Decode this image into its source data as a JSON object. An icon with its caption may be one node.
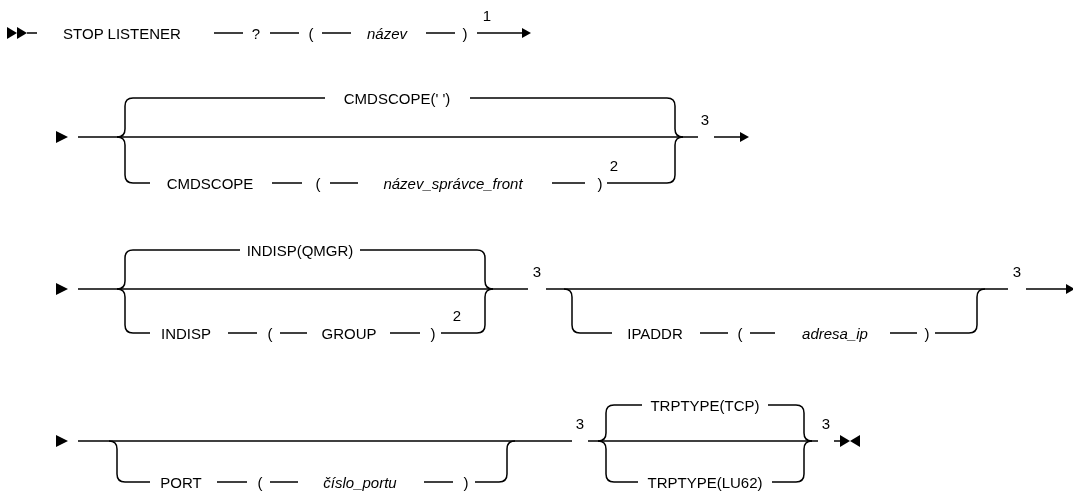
{
  "diagram": {
    "labels": [
      "STOP LISTENER",
      "?",
      "(",
      "název",
      ")",
      "1",
      "CMDSCOPE(' ')",
      "3",
      "CMDSCOPE",
      "(",
      "název_správce_front",
      ")",
      "2",
      "INDISP(QMGR)",
      "3",
      "3",
      "INDISP",
      "(",
      "GROUP",
      ")",
      "2",
      "IPADDR",
      "(",
      "adresa_ip",
      ")",
      "TRPTYPE(TCP)",
      "3",
      "3",
      "PORT",
      "(",
      "číslo_portu",
      ")",
      "TRPTYPE(LU62)"
    ]
  }
}
